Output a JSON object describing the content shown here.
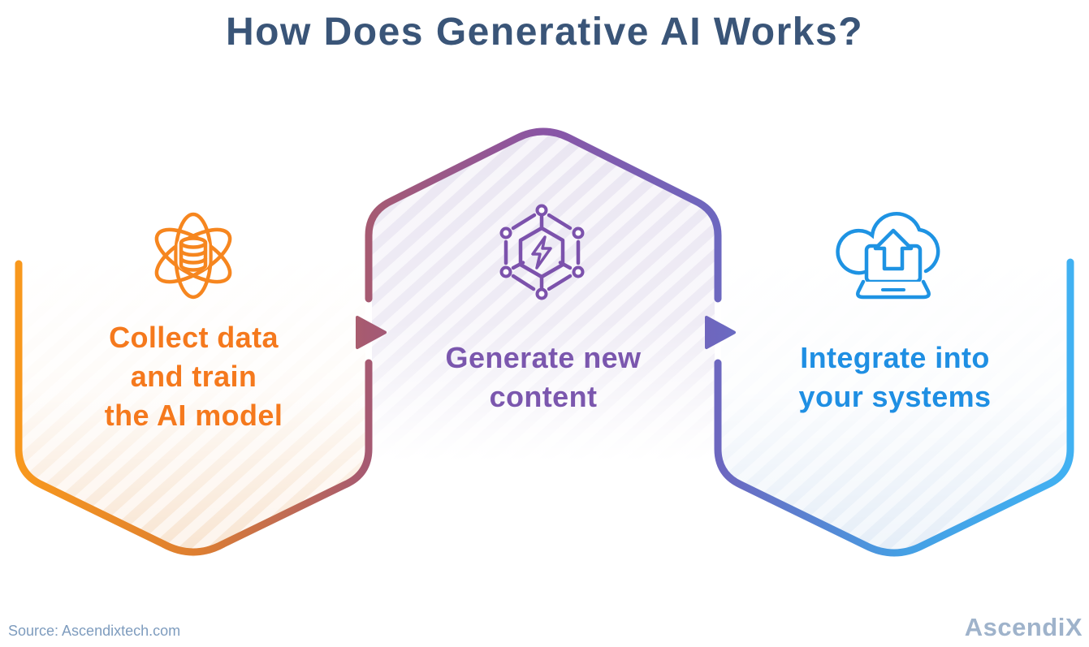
{
  "title": "How Does Generative AI Works?",
  "title_color": "#3A5578",
  "steps": [
    {
      "id": 1,
      "label": "Collect data and train the AI model",
      "lines": [
        "Collect data",
        "and train",
        "the AI model"
      ],
      "icon": "atom-data-icon",
      "accent_color": "#F5791D",
      "outline_color_range": [
        "#F8981D",
        "#A65A71"
      ]
    },
    {
      "id": 2,
      "label": "Generate new content",
      "lines": [
        "Generate new",
        "content"
      ],
      "icon": "ai-network-icon",
      "accent_color": "#7B57AE",
      "outline_color_range": [
        "#A65A71",
        "#6C68C0"
      ]
    },
    {
      "id": 3,
      "label": "Integrate into your systems",
      "lines": [
        "Integrate into",
        "your systems"
      ],
      "icon": "cloud-upload-icon",
      "accent_color": "#1F8FE3",
      "outline_color_range": [
        "#6C68C0",
        "#41B1F2"
      ]
    }
  ],
  "connectors": [
    {
      "from": 1,
      "to": 2,
      "shape": "right-triangle-arrow",
      "color": "#A65A71"
    },
    {
      "from": 2,
      "to": 3,
      "shape": "right-triangle-arrow",
      "color": "#6C68C0"
    }
  ],
  "gradient_stops": [
    "#F8981D",
    "#DD7E31",
    "#A65A71",
    "#8A55A5",
    "#6C68C0",
    "#459FE4",
    "#41B1F2"
  ],
  "source": {
    "label": "Source:",
    "value": "Ascendixtech.com"
  },
  "brand": {
    "logo": "AscendiX"
  }
}
